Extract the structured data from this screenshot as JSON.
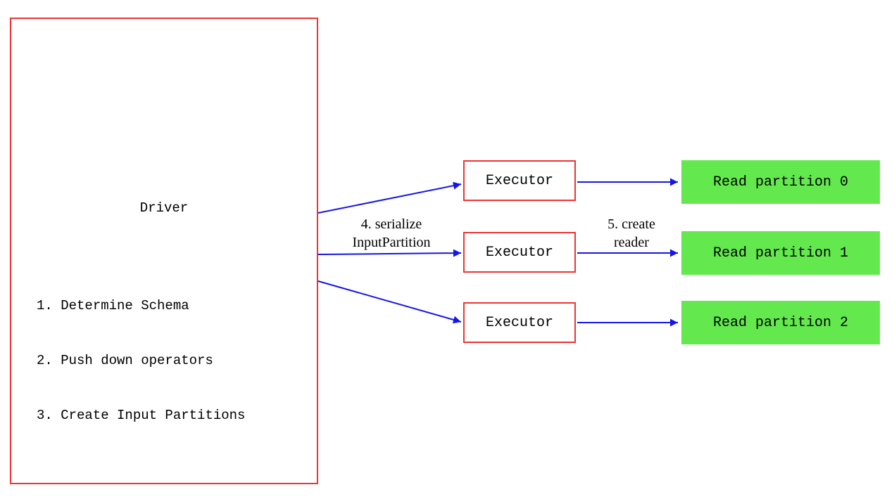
{
  "diagram": {
    "driver": {
      "title": "Driver",
      "steps": [
        "1. Determine Schema",
        "2. Push down operators",
        "3. Create Input Partitions"
      ]
    },
    "executors": [
      {
        "label": "Executor"
      },
      {
        "label": "Executor"
      },
      {
        "label": "Executor"
      }
    ],
    "partitions": [
      {
        "label": "Read partition 0"
      },
      {
        "label": "Read partition 1"
      },
      {
        "label": "Read partition 2"
      }
    ],
    "arrow_labels": {
      "serialize_line1": "4. serialize",
      "serialize_line2": "InputPartition",
      "reader_line1": "5. create",
      "reader_line2": "reader"
    },
    "colors": {
      "box_border": "#ee3333",
      "arrow": "#1515e8",
      "partition_fill": "#63e94e"
    }
  }
}
